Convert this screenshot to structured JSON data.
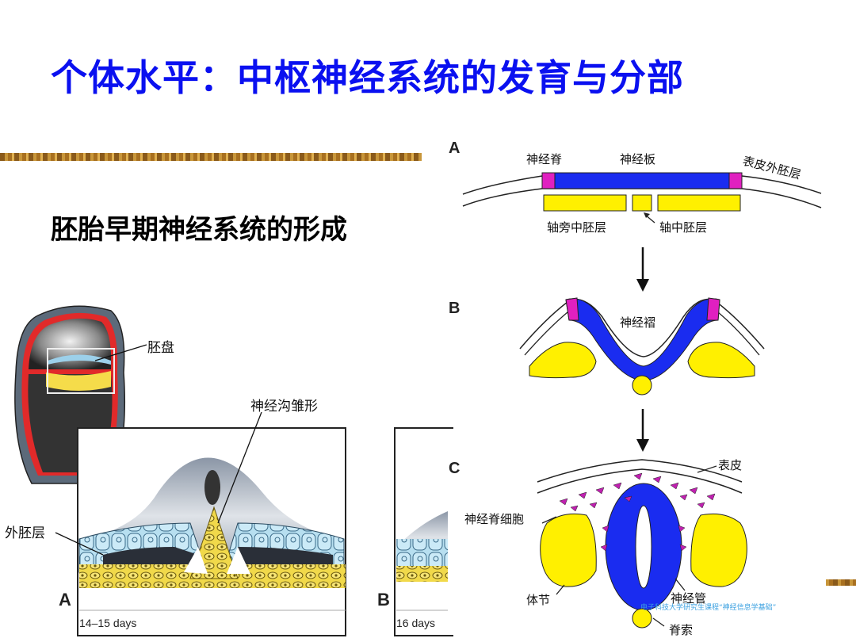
{
  "slide": {
    "title": "个体水平：中枢神经系统的发育与分部",
    "subtitle": "胚胎早期神经系统的形成",
    "watermark": "电子科技大学研究生课程“神经信息学基础”"
  },
  "left_figure": {
    "label_embryonic_disc": "胚盘",
    "label_neural_groove": "神经沟雏形",
    "label_ectoderm": "外胚层",
    "panel_a_letter": "A",
    "panel_b_letter": "B",
    "panel_a_days": "14–15 days",
    "panel_b_days": "16 days"
  },
  "right_figure": {
    "panel_a_letter": "A",
    "panel_b_letter": "B",
    "panel_c_letter": "C",
    "label_neural_crest": "神经脊",
    "label_neural_plate": "神经板",
    "label_surface_ectoderm": "表皮外胚层",
    "label_paraxial_mesoderm": "轴旁中胚层",
    "label_axial_mesoderm": "轴中胚层",
    "label_neural_fold": "神经褶",
    "label_epidermis": "表皮",
    "label_neural_crest_cells": "神经脊细胞",
    "label_somite": "体节",
    "label_neural_tube": "神经管",
    "label_notochord": "脊索"
  },
  "colors": {
    "title": "#0a10f0",
    "neural_plate": "#1a2cf0",
    "neural_crest": "#e020c0",
    "mesoderm": "#fff000",
    "ectoderm_cells": "#a8d8ee"
  }
}
